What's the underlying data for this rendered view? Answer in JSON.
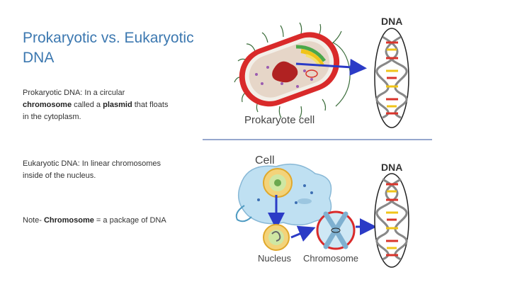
{
  "slide": {
    "title": "Prokaryotic vs. Eukaryotic DNA",
    "paragraphs": [
      {
        "parts": [
          "Prokaryotic DNA:  In a circular ",
          "chromosome",
          " called a ",
          "plasmid",
          " that floats in the cytoplasm."
        ]
      },
      {
        "parts": [
          "Eukaryotic DNA:  In linear chromosomes inside of the nucleus."
        ]
      },
      {
        "parts": [
          "Note- ",
          "Chromosome",
          " = a package of DNA"
        ]
      }
    ]
  },
  "figure": {
    "dna_label_top": "DNA",
    "dna_label_bottom": "DNA",
    "prokaryote_label": "Prokaryote cell",
    "cell_label": "Cell",
    "nucleus_label": "Nucleus",
    "chromosome_label": "Chromosome",
    "colors": {
      "arrow": "#2b3bc6",
      "cell_wall": "#d92a2a",
      "cytoplasm": "#e9ddd0",
      "dna_backbone": "#888888",
      "dna_red": "#d9342b",
      "dna_yellow": "#f0c419",
      "divider": "#2d4f9e"
    },
    "icons": [
      "dna-helix-icon",
      "bacterium-icon",
      "animal-cell-icon",
      "nucleus-icon",
      "chromosome-icon"
    ]
  }
}
